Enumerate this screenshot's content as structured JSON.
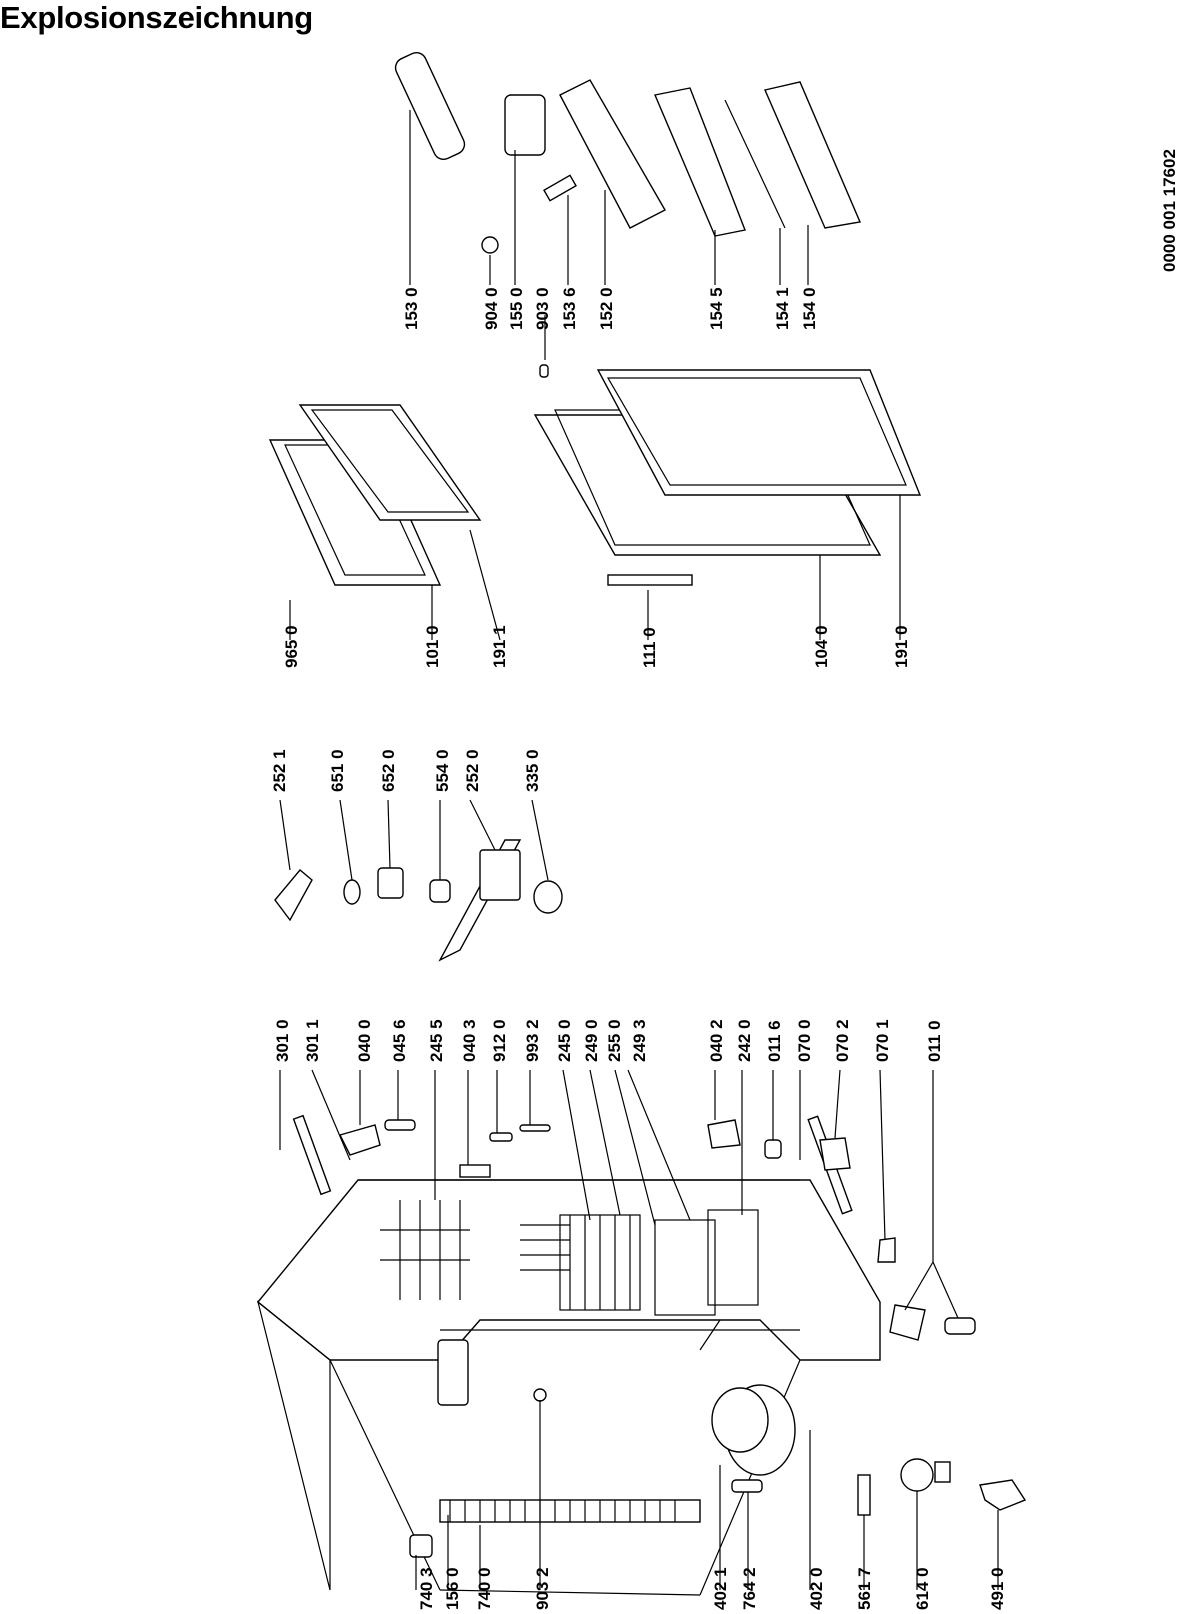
{
  "title": "Explosionszeichnung",
  "document_number": "0000 001 17602",
  "part_labels": [
    "740 3",
    "156 0",
    "740 0",
    "903 2",
    "402 1",
    "764 2",
    "402 0",
    "561 7",
    "614 0",
    "491 0",
    "301 0",
    "301 1",
    "040 0",
    "045 6",
    "245 5",
    "040 3",
    "912 0",
    "993 2",
    "245 0",
    "249 0",
    "255 0",
    "249 3",
    "040 2",
    "242 0",
    "011 6",
    "070 0",
    "070 2",
    "070 1",
    "011 0",
    "252 1",
    "651 0",
    "652 0",
    "554 0",
    "252 0",
    "335 0",
    "965 0",
    "101 0",
    "191 1",
    "111 0",
    "104 0",
    "191 0",
    "153 0",
    "904 0",
    "155 0",
    "903 0",
    "153 6",
    "152 0",
    "154 5",
    "154 1",
    "154 0"
  ]
}
